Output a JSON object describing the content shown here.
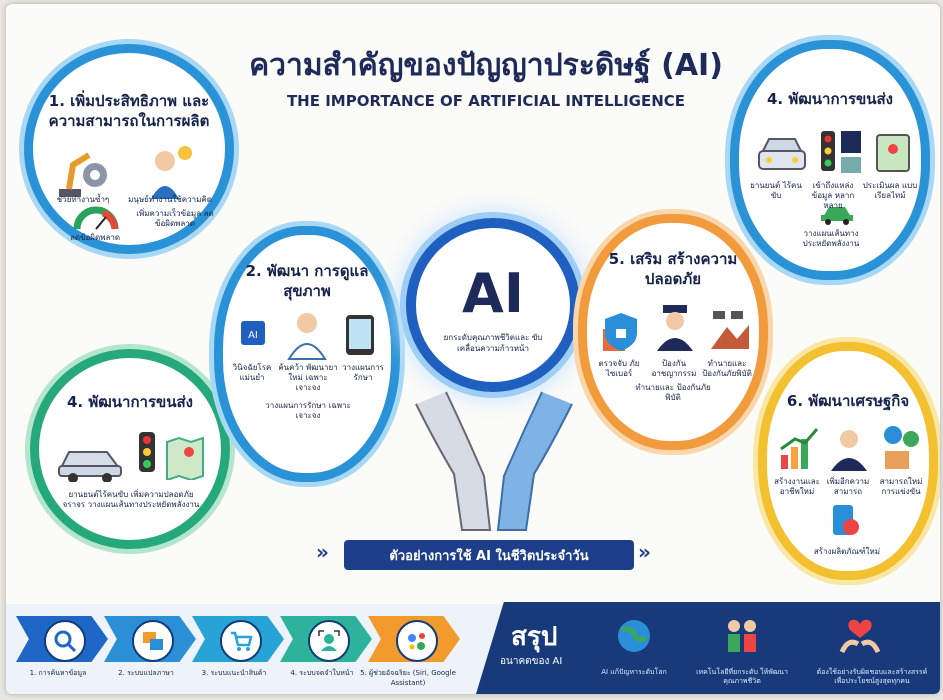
{
  "header": {
    "title_th": "ความสำคัญของปัญญาประดิษฐ์ (AI)",
    "title_en": "THE IMPORTANCE OF ARTIFICIAL INTELLIGENCE"
  },
  "center": {
    "label": "AI",
    "caption": "ยกระดับคุณภาพชีวิตและ ขับเคลื่อนความก้าวหน้า"
  },
  "circle1": {
    "title": "1. เพิ่มประสิทธิภาพ และความสามารถในการผลิต",
    "items": [
      "ช่วยทำงานซ้ำๆ",
      "มนุษย์ทำงานใช้ความคิด",
      "ลดข้อผิดพลาด",
      "เพิ่มความเร็วข้อมูล ลดข้อผิดพลาด"
    ]
  },
  "circle2": {
    "title": "2. พัฒนา การดูแลสุขภาพ",
    "items": [
      "วินิจฉัยโรค แม่นยำ",
      "ค้นคว้า พัฒนายาใหม่ เฉพาะเจาะจง",
      "วางแผนการรักษา",
      "วางแผนการรักษา เฉพาะเจาะจง"
    ]
  },
  "circle3": {
    "title": "4. พัฒนาการขนส่ง",
    "items": [
      "ยานยนต์ไร้คนขับ เพิ่มความปลอดภัยจราจร วางแผนเส้นทางประหยัดพลังงาน"
    ]
  },
  "circle4": {
    "title": "4. พัฒนาการขนส่ง",
    "items": [
      "ยานยนต์ ไร้คนขับ",
      "เข้าถึงแหล่งข้อมูล หลากหลาย",
      "ประเมินผล แบบเรียลไทม์",
      "วางแผนเส้นทาง ประหยัดพลังงาน"
    ]
  },
  "circle5": {
    "title": "5. เสริม สร้างความปลอดภัย",
    "items": [
      "ตรวจจับ ภัยไซเบอร์",
      "ป้องกัน อาชญากรรม",
      "ทำนายและ ป้องกันภัยพิบัติ",
      "ทำนายและ ป้องกันภัยพิบัติ"
    ]
  },
  "circle6": {
    "title": "6. พัฒนาเศรษฐกิจ",
    "items": [
      "สร้างงานและ อาชีพใหม่",
      "เพิ่มอีกความ สามารถ",
      "สามารถใหม่ การแข่งขัน",
      "สร้างผลิตภัณฑ์ใหม่"
    ]
  },
  "banner": {
    "text": "ตัวอย่างการใช้ AI ในชีวิตประจำวัน"
  },
  "examples": [
    {
      "label": "1. การค้นหาข้อมูล",
      "icon": "search-icon",
      "color": "#1f67c6"
    },
    {
      "label": "2. ระบบแปลภาษา",
      "icon": "translate-icon",
      "color": "#2b8fd6"
    },
    {
      "label": "3. ระบบแนะนำสินค้า",
      "icon": "cart-icon",
      "color": "#27a3d6"
    },
    {
      "label": "4. ระบบจดจำใบหน้า",
      "icon": "face-scan-icon",
      "color": "#2db39b"
    },
    {
      "label": "5. ผู้ช่วยอัจฉริยะ (Siri, Google Assistant)",
      "icon": "assistant-icon",
      "color": "#f39a2d"
    }
  ],
  "summary": {
    "title": "สรุป",
    "subtitle": "อนาคตของ AI",
    "items": [
      "AI แก้ปัญหาระดับโลก",
      "เทคโนโลยีที่ยกระดับ ให้พัฒนาคุณภาพชีวิต",
      "ต้องใช้อย่างรับผิดชอบและสร้างสรรค์ เพื่อประโยชน์สูงสุดทุกคน"
    ]
  },
  "colors": {
    "navy": "#1e2a5a",
    "blue": "#2a93d8",
    "green": "#26a97a",
    "orange": "#f29b3c",
    "yellow": "#f3c12f"
  }
}
